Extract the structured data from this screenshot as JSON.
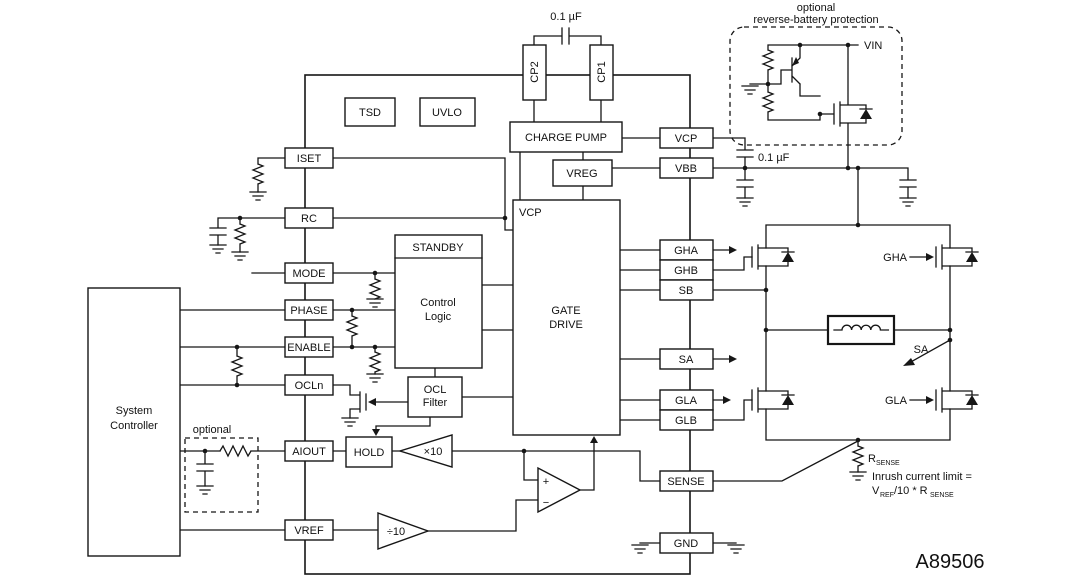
{
  "part_number": "A89506",
  "ic": {
    "pins_left": [
      "ISET",
      "RC",
      "MODE",
      "PHASE",
      "ENABLE",
      "OCLn",
      "AIOUT",
      "VREF"
    ],
    "pins_right": [
      "VCP",
      "VBB",
      "GHA",
      "GHB",
      "SB",
      "SA",
      "GLA",
      "GLB",
      "SENSE",
      "GND"
    ],
    "blocks": {
      "tsd": "TSD",
      "uvlo": "UVLO",
      "charge_pump": "CHARGE PUMP",
      "vreg": "VREG",
      "cp2": "CP2",
      "cp1": "CP1",
      "standby": "STANDBY",
      "control_logic_line1": "Control",
      "control_logic_line2": "Logic",
      "gate_drive_supply": "VCP",
      "gate_drive_line1": "GATE",
      "gate_drive_line2": "DRIVE",
      "ocl_filter_line1": "OCL",
      "ocl_filter_line2": "Filter",
      "hold": "HOLD",
      "amp_x10": "×10",
      "amp_div10": "÷10",
      "comparator_plus": "+",
      "comparator_minus": "−"
    }
  },
  "external": {
    "cap_pump_label": "0.1 µF",
    "cap_vcp_label": "0.1 µF",
    "rbp_title_line1": "optional",
    "rbp_title_line2": "reverse-battery protection",
    "vin_label": "VIN",
    "system_controller_line1": "System",
    "system_controller_line2": "Controller",
    "optional_filter_label": "optional",
    "bridge_gha_label": "GHA",
    "bridge_sa_label": "SA",
    "bridge_gla_label": "GLA",
    "rsense_label_main": "R",
    "rsense_label_sub": "SENSE",
    "inrush_line1": "Inrush current limit =",
    "inrush_v": "V",
    "inrush_v_sub": "REF",
    "inrush_mid": "/10 * R",
    "inrush_r_sub": "SENSE"
  }
}
